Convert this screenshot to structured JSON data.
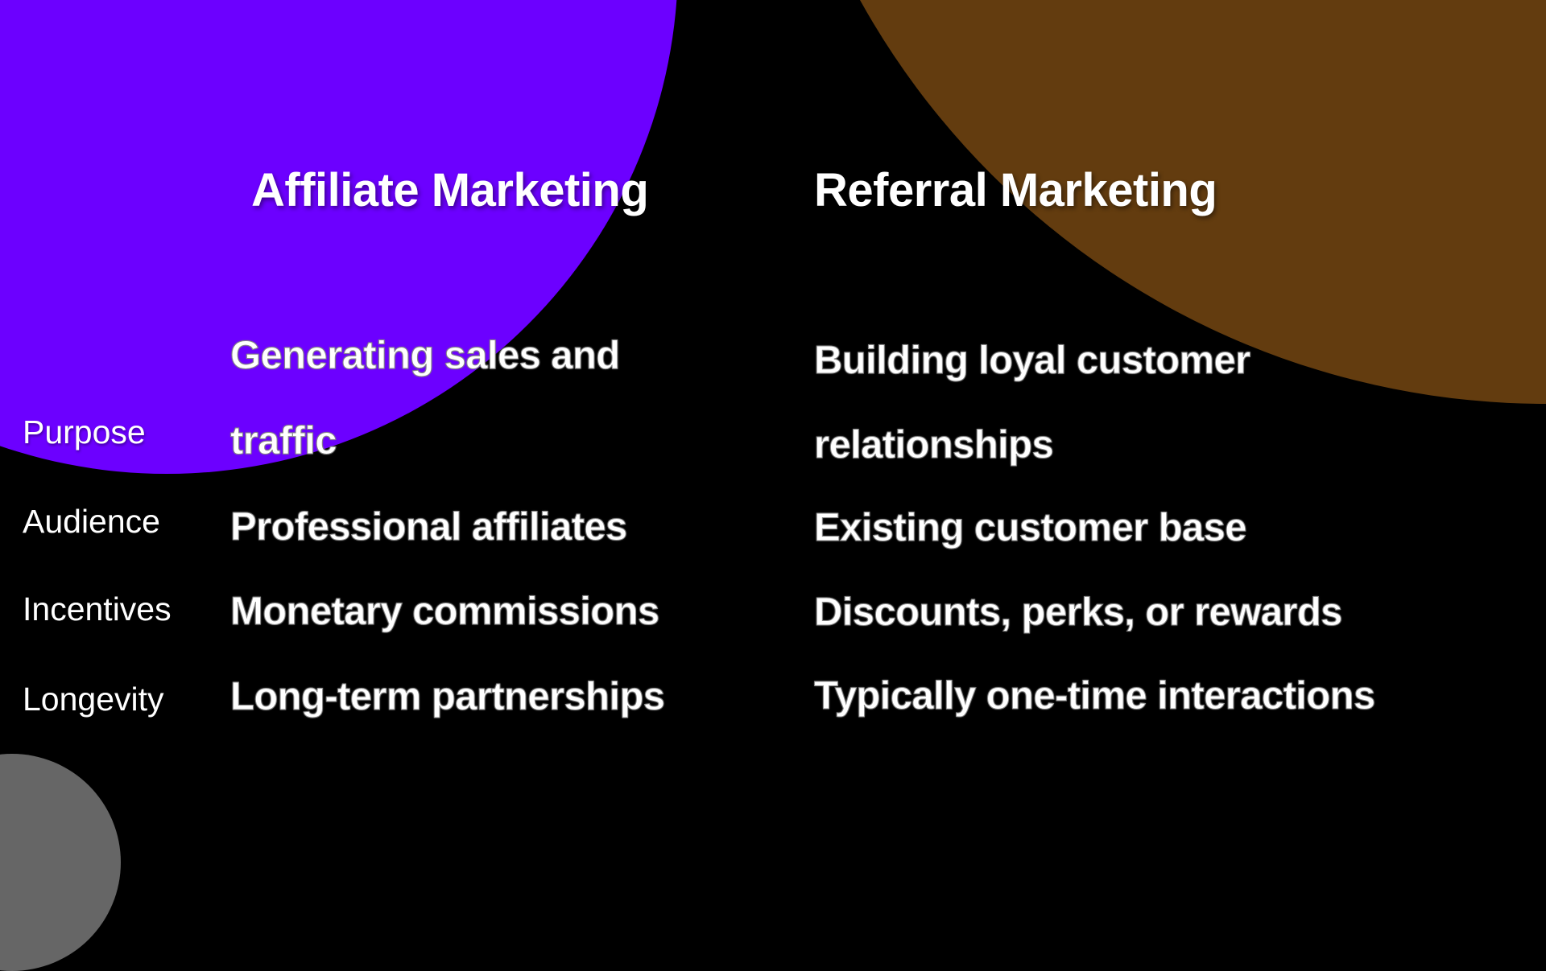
{
  "colors": {
    "background": "#000000",
    "purple": "#6C00FF",
    "brown": "#633C0F",
    "gray": "#666666",
    "text": "#FFFFFF"
  },
  "headers": {
    "affiliate": "Affiliate Marketing",
    "referral": "Referral Marketing"
  },
  "rows": [
    {
      "label": "Purpose",
      "affiliate": [
        "Generating sales and",
        "traffic"
      ],
      "referral": [
        "Building loyal customer",
        "relationships"
      ]
    },
    {
      "label": "Audience",
      "affiliate": [
        "Professional affiliates"
      ],
      "referral": [
        "Existing customer base"
      ]
    },
    {
      "label": "Incentives",
      "affiliate": [
        "Monetary commissions"
      ],
      "referral": [
        "Discounts, perks, or rewards"
      ]
    },
    {
      "label": "Longevity",
      "affiliate": [
        "Long-term partnerships"
      ],
      "referral": [
        "Typically one-time interactions"
      ]
    }
  ]
}
